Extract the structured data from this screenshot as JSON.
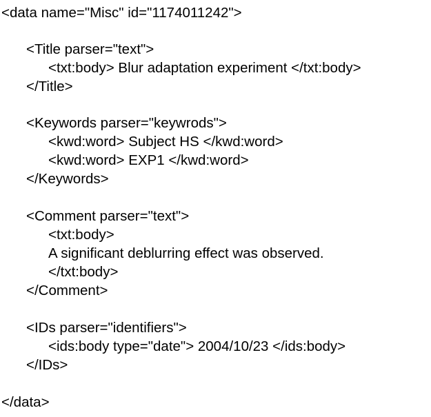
{
  "lines": [
    "<data name=\"Misc\" id=\"1174011242\">",
    "<Title parser=\"text\">",
    "<txt:body> Blur adaptation experiment </txt:body>",
    "</Title>",
    "<Keywords parser=\"keywrods\">",
    "<kwd:word> Subject HS </kwd:word>",
    "<kwd:word> EXP1 </kwd:word>",
    "</Keywords>",
    "<Comment parser=\"text\">",
    "<txt:body>",
    "A significant deblurring effect was observed.",
    "</txt:body>",
    "</Comment>",
    "<IDs parser=\"identifiers\">",
    "<ids:body type=\"date\"> 2004/10/23 </ids:body>",
    "</IDs>",
    "</data>"
  ]
}
